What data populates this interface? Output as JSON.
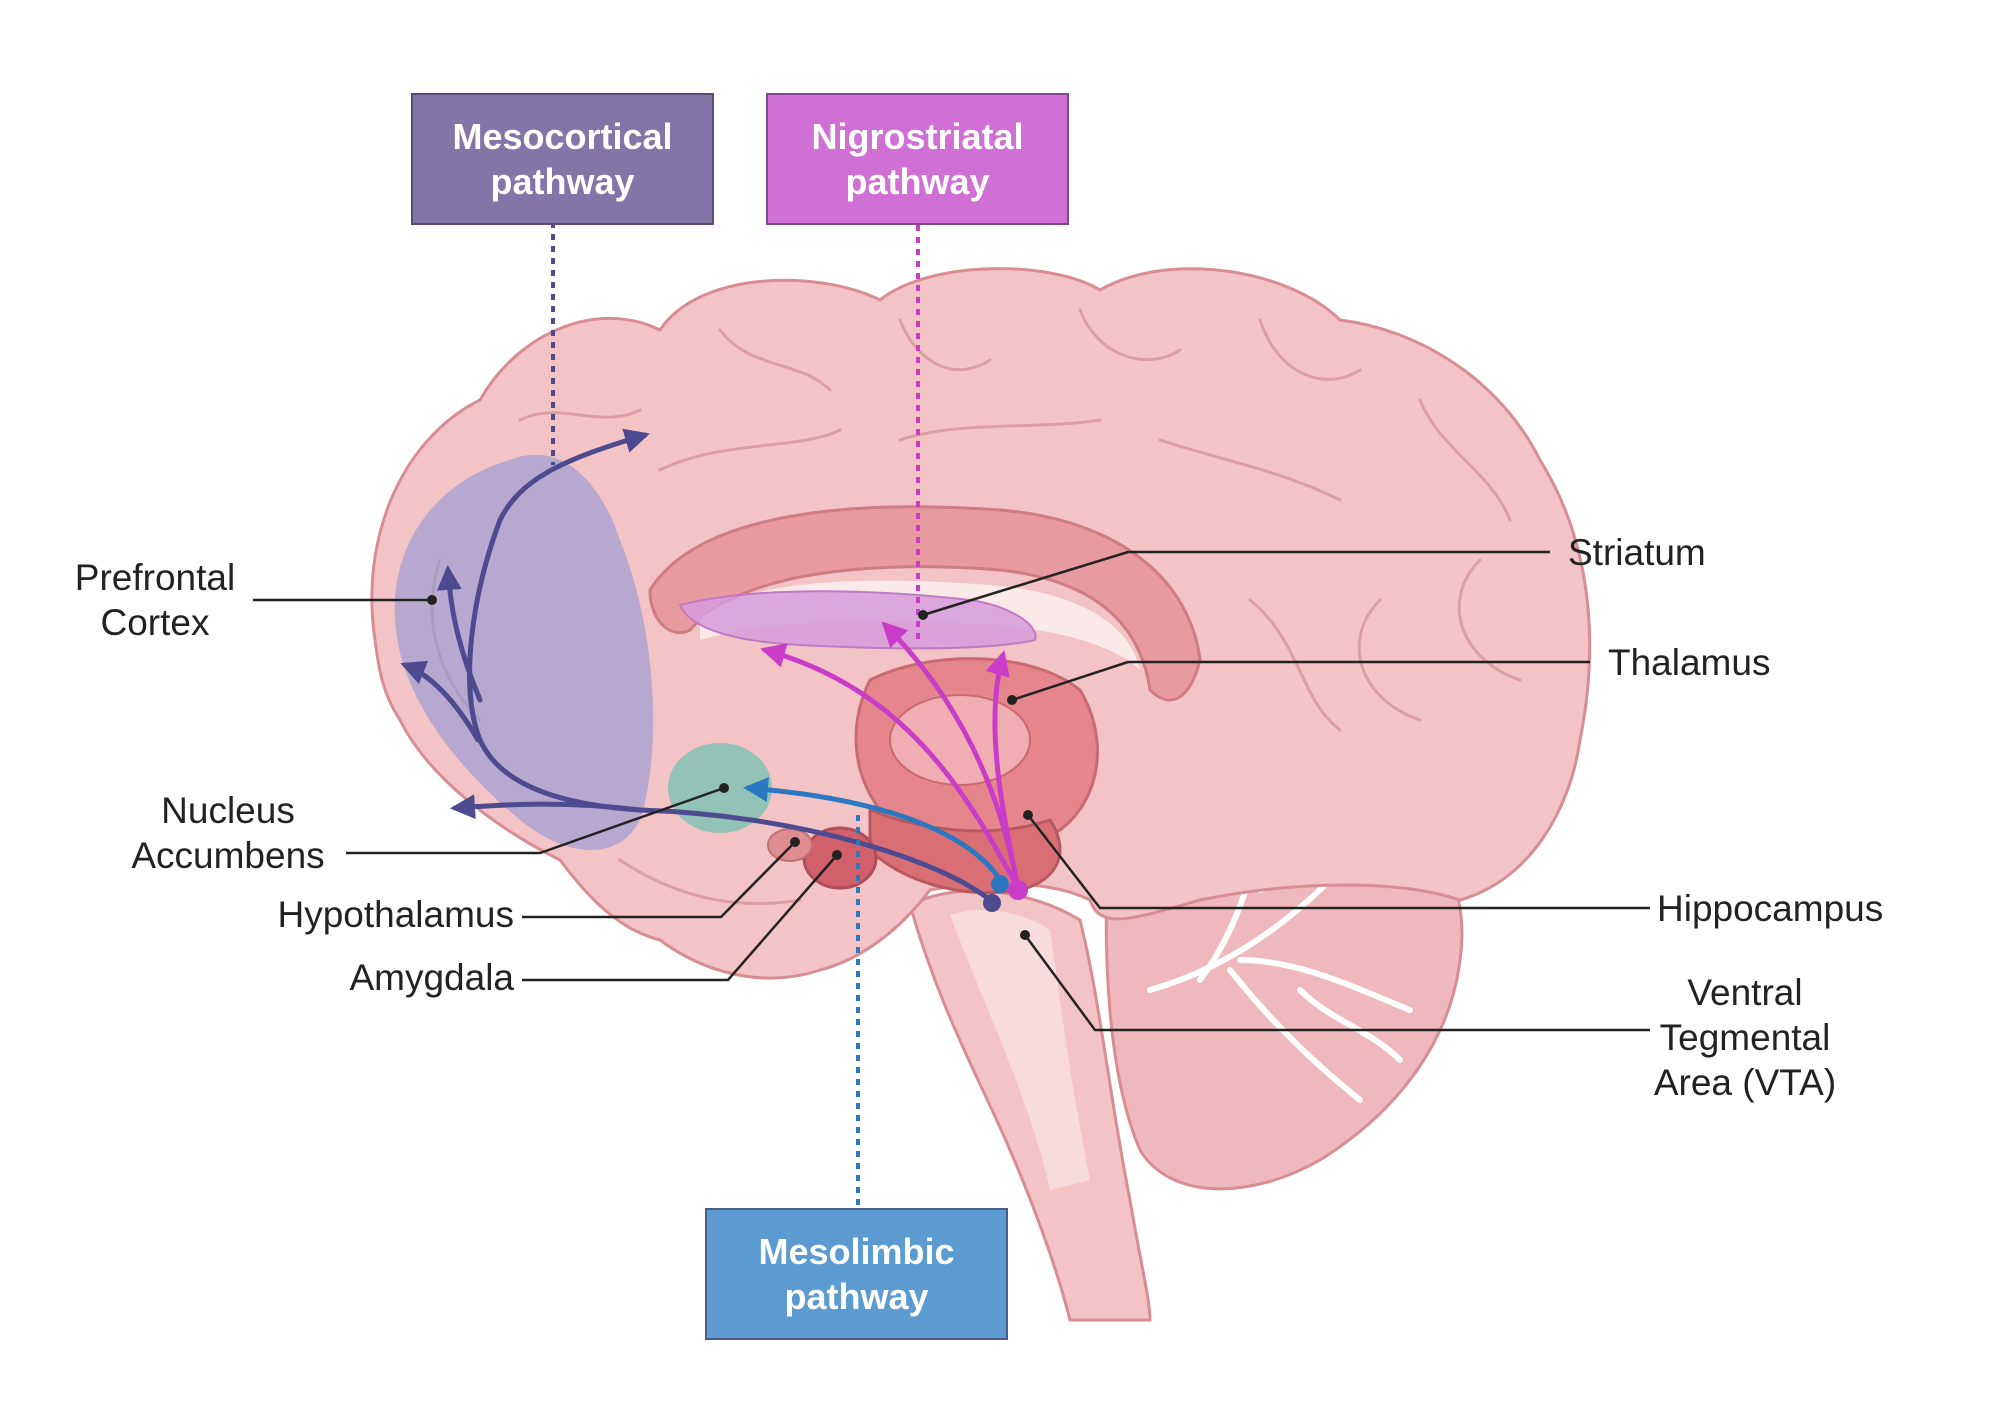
{
  "pathways": {
    "mesocortical": {
      "line1": "Mesocortical",
      "line2": "pathway",
      "color": "#8475a9"
    },
    "nigrostriatal": {
      "line1": "Nigrostriatal",
      "line2": "pathway",
      "color": "#d070d4"
    },
    "mesolimbic": {
      "line1": "Mesolimbic",
      "line2": "pathway",
      "color": "#5b9bd1"
    }
  },
  "labels": {
    "prefrontal": {
      "line1": "Prefrontal",
      "line2": "Cortex"
    },
    "nucleus": {
      "line1": "Nucleus",
      "line2": "Accumbens"
    },
    "hypothalamus": "Hypothalamus",
    "amygdala": "Amygdala",
    "striatum": "Striatum",
    "thalamus": "Thalamus",
    "hippocampus": "Hippocampus",
    "vta": {
      "line1": "Ventral",
      "line2": "Tegmental",
      "line3": "Area (VTA)"
    }
  },
  "colors": {
    "brain": "#f3c3c6",
    "brain_outline": "#d88d92",
    "prefrontal_overlay": "#8f98d4",
    "nucleus_accumbens": "#88c2b4",
    "striatum": "#d69bda",
    "mesocortical_arrow": "#4d4a8f",
    "mesolimbic_arrow": "#2c78c0",
    "nigrostriatal_arrow": "#c93cc8"
  }
}
